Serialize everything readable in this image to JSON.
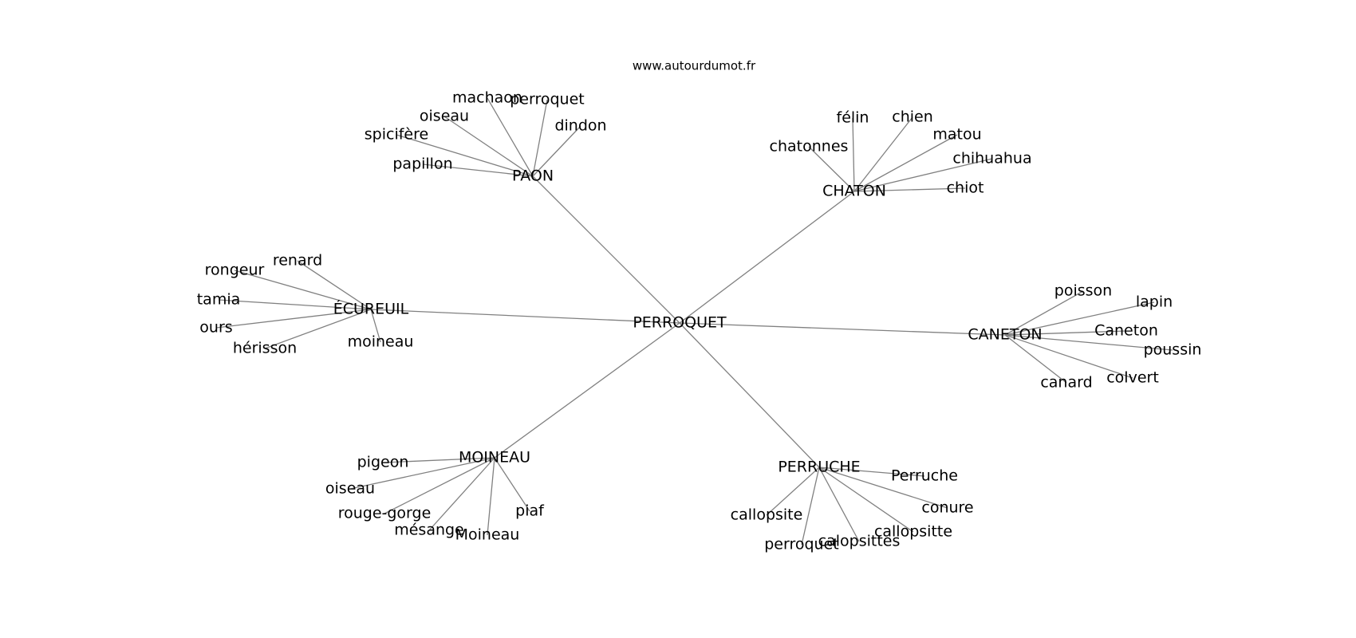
{
  "site": "www.autourdumot.fr",
  "edge_color": "#808080",
  "center": "PERROQUET",
  "clusters": [
    {
      "hub": "PAON",
      "leaves": [
        "machaon",
        "perroquet",
        "oiseau",
        "dindon",
        "spicifère",
        "papillon"
      ]
    },
    {
      "hub": "CHATON",
      "leaves": [
        "félin",
        "chien",
        "matou",
        "chatonnes",
        "chihuahua",
        "chiot"
      ]
    },
    {
      "hub": "ÉCUREUIL",
      "leaves": [
        "renard",
        "rongeur",
        "tamia",
        "ours",
        "hérisson",
        "moineau"
      ]
    },
    {
      "hub": "CANETON",
      "leaves": [
        "poisson",
        "lapin",
        "Caneton",
        "poussin",
        "colvert",
        "canard"
      ]
    },
    {
      "hub": "MOINEAU",
      "leaves": [
        "pigeon",
        "oiseau",
        "rouge-gorge",
        "piaf",
        "mésange",
        "Moineau"
      ]
    },
    {
      "hub": "PERRUCHE",
      "leaves": [
        "Perruche",
        "conure",
        "callopsite",
        "callopsitte",
        "calopsittes",
        "perroquet"
      ]
    }
  ]
}
